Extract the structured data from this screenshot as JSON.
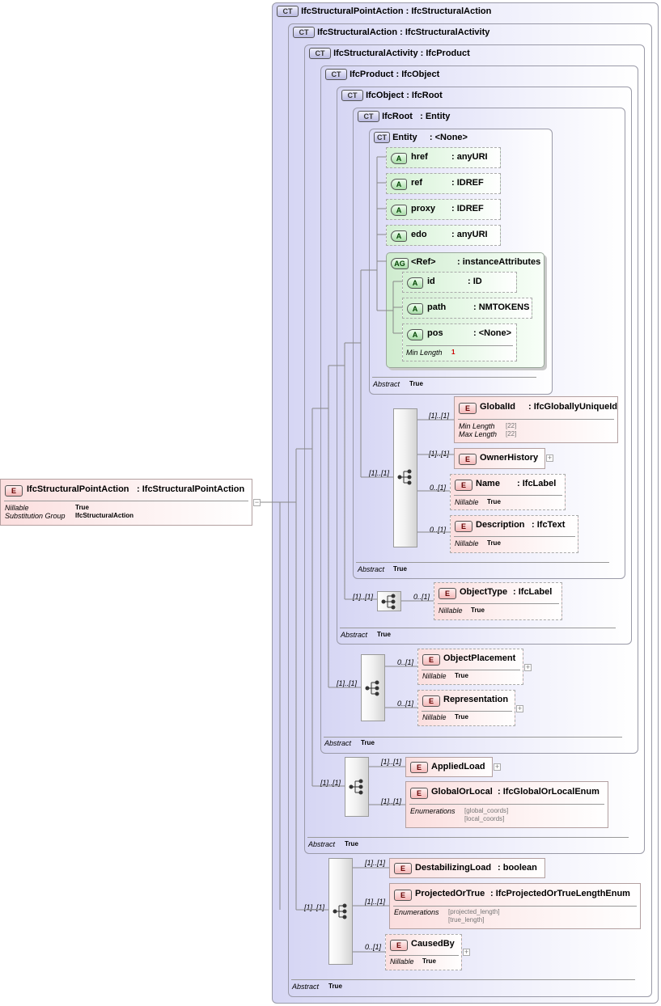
{
  "types": {
    "structural_point_action": {
      "badge": "CT",
      "name": "IfcStructuralPointAction",
      "base": ": IfcStructuralAction"
    },
    "structural_action": {
      "badge": "CT",
      "name": "IfcStructuralAction",
      "base": ": IfcStructuralActivity"
    },
    "structural_activity": {
      "badge": "CT",
      "name": "IfcStructuralActivity",
      "base": ": IfcProduct"
    },
    "product": {
      "badge": "CT",
      "name": "IfcProduct",
      "base": ": IfcObject"
    },
    "object": {
      "badge": "CT",
      "name": "IfcObject",
      "base": ": IfcRoot"
    },
    "root": {
      "badge": "CT",
      "name": "IfcRoot",
      "base": ": Entity"
    },
    "entity": {
      "badge": "CT",
      "name": "Entity",
      "base": ": <None>"
    }
  },
  "attributes": {
    "href": {
      "badge": "A",
      "name": "href",
      "type": ": anyURI"
    },
    "ref": {
      "badge": "A",
      "name": "ref",
      "type": ": IDREF"
    },
    "proxy": {
      "badge": "A",
      "name": "proxy",
      "type": ": IDREF"
    },
    "edo": {
      "badge": "A",
      "name": "edo",
      "type": ": anyURI"
    },
    "id": {
      "badge": "A",
      "name": "id",
      "type": ": ID"
    },
    "path": {
      "badge": "A",
      "name": "path",
      "type": ": NMTOKENS"
    },
    "pos": {
      "badge": "A",
      "name": "pos",
      "type": ": <None>"
    }
  },
  "attribute_group": {
    "badge": "AG",
    "name": "<Ref>",
    "type": ": instanceAttributes"
  },
  "labels": {
    "abstract": "Abstract",
    "true": "True",
    "nillable": "Nillable",
    "min_length": "Min Length",
    "max_length": "Max Length",
    "enumerations": "Enumerations",
    "substitution_group": "Substitution Group"
  },
  "pos_min_length": "1",
  "root_element": {
    "badge": "E",
    "name": "IfcStructuralPointAction",
    "type": ": IfcStructuralPointAction",
    "nillable": "True",
    "substitution_group": "IfcStructuralAction"
  },
  "elements": {
    "global_id": {
      "badge": "E",
      "name": "GlobalId",
      "type": ": IfcGloballyUniqueId",
      "min_length": "[22]",
      "max_length": "[22]"
    },
    "owner_history": {
      "badge": "E",
      "name": "OwnerHistory",
      "type": ""
    },
    "name": {
      "badge": "E",
      "name": "Name",
      "type": ": IfcLabel"
    },
    "description": {
      "badge": "E",
      "name": "Description",
      "type": ": IfcText"
    },
    "object_type": {
      "badge": "E",
      "name": "ObjectType",
      "type": ": IfcLabel"
    },
    "object_placement": {
      "badge": "E",
      "name": "ObjectPlacement",
      "type": ""
    },
    "representation": {
      "badge": "E",
      "name": "Representation",
      "type": ""
    },
    "applied_load": {
      "badge": "E",
      "name": "AppliedLoad",
      "type": ""
    },
    "global_or_local": {
      "badge": "E",
      "name": "GlobalOrLocal",
      "type": ": IfcGlobalOrLocalEnum",
      "enums": [
        "[global_coords]",
        "[local_coords]"
      ]
    },
    "destabilizing_load": {
      "badge": "E",
      "name": "DestabilizingLoad",
      "type": ": boolean"
    },
    "projected_or_true": {
      "badge": "E",
      "name": "ProjectedOrTrue",
      "type": ": IfcProjectedOrTrueLengthEnum",
      "enums": [
        "[projected_length]",
        "[true_length]"
      ]
    },
    "caused_by": {
      "badge": "E",
      "name": "CausedBy",
      "type": ""
    }
  },
  "multiplicities": {
    "one_one": "[1]..[1]",
    "zero_one": "0..[1]"
  }
}
